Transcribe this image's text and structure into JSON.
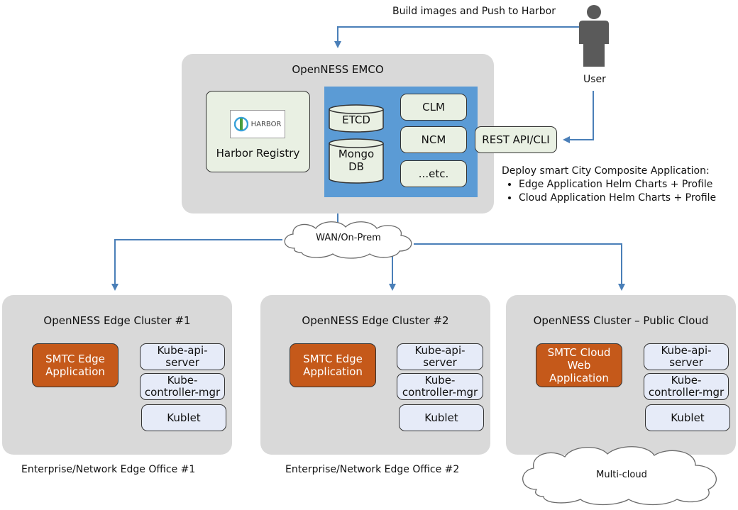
{
  "top_caption": "Build images and Push to Harbor",
  "user": {
    "label": "User"
  },
  "emco": {
    "title": "OpenNESS EMCO",
    "harbor_logo_text": "HARBOR",
    "harbor_label": "Harbor Registry",
    "etcd": "ETCD",
    "mongo": "Mongo DB",
    "clm": "CLM",
    "ncm": "NCM",
    "etc": "...etc.",
    "rest": "REST API/CLI"
  },
  "deploy": {
    "title": "Deploy smart City Composite Application:",
    "items": [
      "Edge Application Helm Charts + Profile",
      "Cloud Application Helm Charts + Profile"
    ]
  },
  "wan_label": "WAN/On-Prem",
  "clusters": [
    {
      "title": "OpenNESS Edge Cluster #1",
      "app": "SMTC Edge Application",
      "k1": "Kube-api-server",
      "k2": "Kube-controller-mgr",
      "k3": "Kublet",
      "caption": "Enterprise/Network Edge Office #1"
    },
    {
      "title": "OpenNESS Edge Cluster #2",
      "app": "SMTC Edge Application",
      "k1": "Kube-api-server",
      "k2": "Kube-controller-mgr",
      "k3": "Kublet",
      "caption": "Enterprise/Network Edge Office #2"
    },
    {
      "title": "OpenNESS Cluster – Public Cloud",
      "app": "SMTC Cloud Web Application",
      "k1": "Kube-api-server",
      "k2": "Kube-controller-mgr",
      "k3": "Kublet",
      "caption": "Multi-cloud"
    }
  ],
  "colors": {
    "arrow": "#4a7fb8",
    "panel": "#d9d9d9",
    "blue_panel": "#5b9bd5",
    "orange": "#c5591a"
  }
}
